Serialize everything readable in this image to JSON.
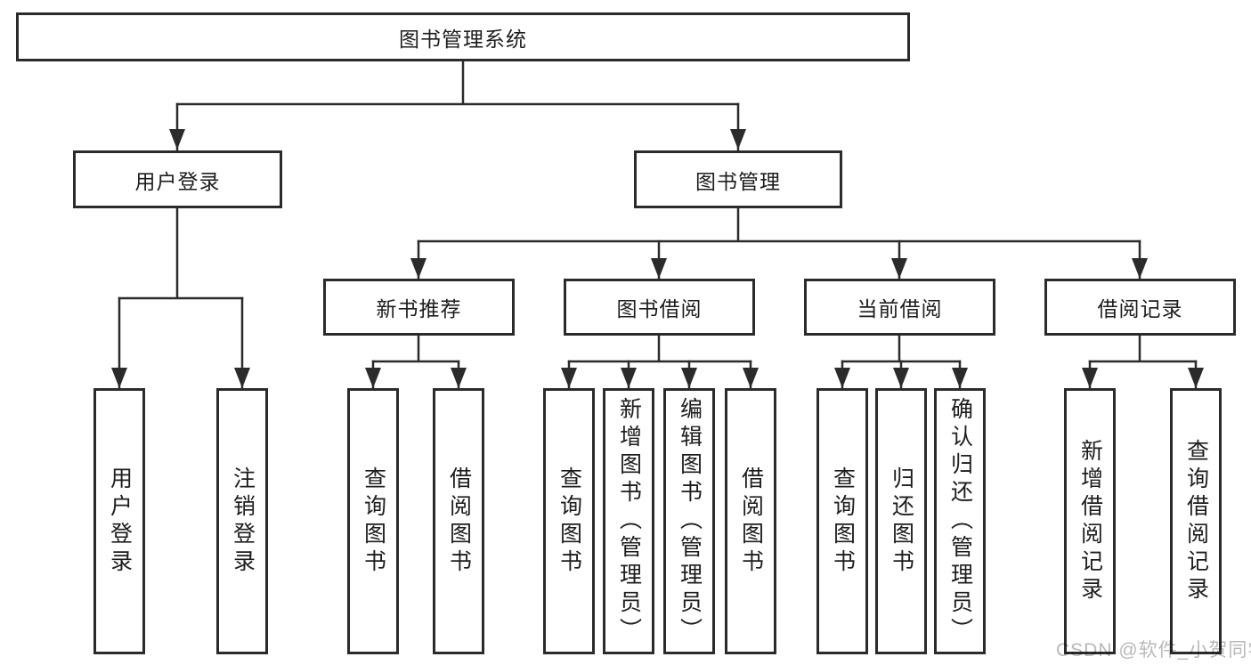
{
  "colors": {
    "line_and_border": "#2b2b2b",
    "text": "#1d1d1d",
    "watermark": "#b8b8b8",
    "background": "#ffffff"
  },
  "watermark": {
    "text": "CSDN @软件_小贺同学"
  },
  "tree": {
    "root": {
      "label": "图书管理系统",
      "children": [
        {
          "label": "用户登录",
          "children": [
            {
              "label": "用户登录"
            },
            {
              "label": "注销登录"
            }
          ]
        },
        {
          "label": "图书管理",
          "children": [
            {
              "label": "新书推荐",
              "children": [
                {
                  "label": "查询图书"
                },
                {
                  "label": "借阅图书"
                }
              ]
            },
            {
              "label": "图书借阅",
              "children": [
                {
                  "label": "查询图书"
                },
                {
                  "label": "新增图书（管理员）"
                },
                {
                  "label": "编辑图书（管理员）"
                },
                {
                  "label": "借阅图书"
                }
              ]
            },
            {
              "label": "当前借阅",
              "children": [
                {
                  "label": "查询图书"
                },
                {
                  "label": "归还图书"
                },
                {
                  "label": "确认归还（管理员）"
                }
              ]
            },
            {
              "label": "借阅记录",
              "children": [
                {
                  "label": "新增借阅记录"
                },
                {
                  "label": "查询借阅记录"
                }
              ]
            }
          ]
        }
      ]
    }
  }
}
